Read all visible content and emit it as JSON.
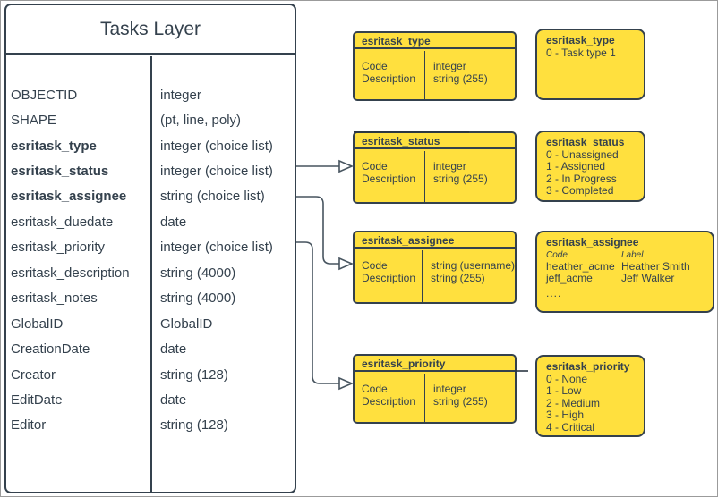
{
  "colors": {
    "shape_fill": "#ffe03e",
    "stroke": "#34414d",
    "connector": "#47545f",
    "canvas_border": "#9b9b9b"
  },
  "tasks_layer": {
    "title": "Tasks Layer",
    "fields": [
      {
        "name": "OBJECTID",
        "type": "integer"
      },
      {
        "name": "SHAPE",
        "type": "(pt, line, poly)"
      },
      {
        "name": "esritask_type",
        "type": "integer (choice list)"
      },
      {
        "name": "esritask_status",
        "type": "integer (choice list)"
      },
      {
        "name": "esritask_assignee",
        "type": "string (choice list)"
      },
      {
        "name": "esritask_duedate",
        "type": "date"
      },
      {
        "name": "esritask_priority",
        "type": "integer (choice list)"
      },
      {
        "name": "esritask_description",
        "type": "string (4000)"
      },
      {
        "name": "esritask_notes",
        "type": "string (4000)"
      },
      {
        "name": "GlobalID",
        "type": "GlobalID"
      },
      {
        "name": "CreationDate",
        "type": "date"
      },
      {
        "name": "Creator",
        "type": "string (128)"
      },
      {
        "name": "EditDate",
        "type": "date"
      },
      {
        "name": "Editor",
        "type": "string (128)"
      }
    ]
  },
  "domain_tables": [
    {
      "title": "esritask_type",
      "rows": {
        "labels": [
          "Code",
          "Description"
        ],
        "types": [
          "integer",
          "string (255)"
        ]
      }
    },
    {
      "title": "esritask_status",
      "rows": {
        "labels": [
          "Code",
          "Description"
        ],
        "types": [
          "integer",
          "string (255)"
        ]
      }
    },
    {
      "title": "esritask_assignee",
      "rows": {
        "labels": [
          "Code",
          "Description"
        ],
        "types": [
          "string (username)",
          "string (255)"
        ]
      }
    },
    {
      "title": "esritask_priority",
      "rows": {
        "labels": [
          "Code",
          "Description"
        ],
        "types": [
          "integer",
          "string (255)"
        ]
      }
    }
  ],
  "value_lists": [
    {
      "title": "esritask_type",
      "items": [
        "0 - Task type 1"
      ]
    },
    {
      "title": "esritask_status",
      "items": [
        "0 - Unassigned",
        "1 - Assigned",
        "2 - In Progress",
        "3 - Completed"
      ]
    },
    {
      "title": "esritask_assignee",
      "col_headers": {
        "code": "Code",
        "label": "Label"
      },
      "entries": [
        {
          "code": "heather_acme",
          "label": "Heather Smith"
        },
        {
          "code": "jeff_acme",
          "label": "Jeff Walker"
        }
      ],
      "more": "...."
    },
    {
      "title": "esritask_priority",
      "items": [
        "0 - None",
        "1 - Low",
        "2 - Medium",
        "3 - High",
        "4 - Critical"
      ]
    }
  ]
}
